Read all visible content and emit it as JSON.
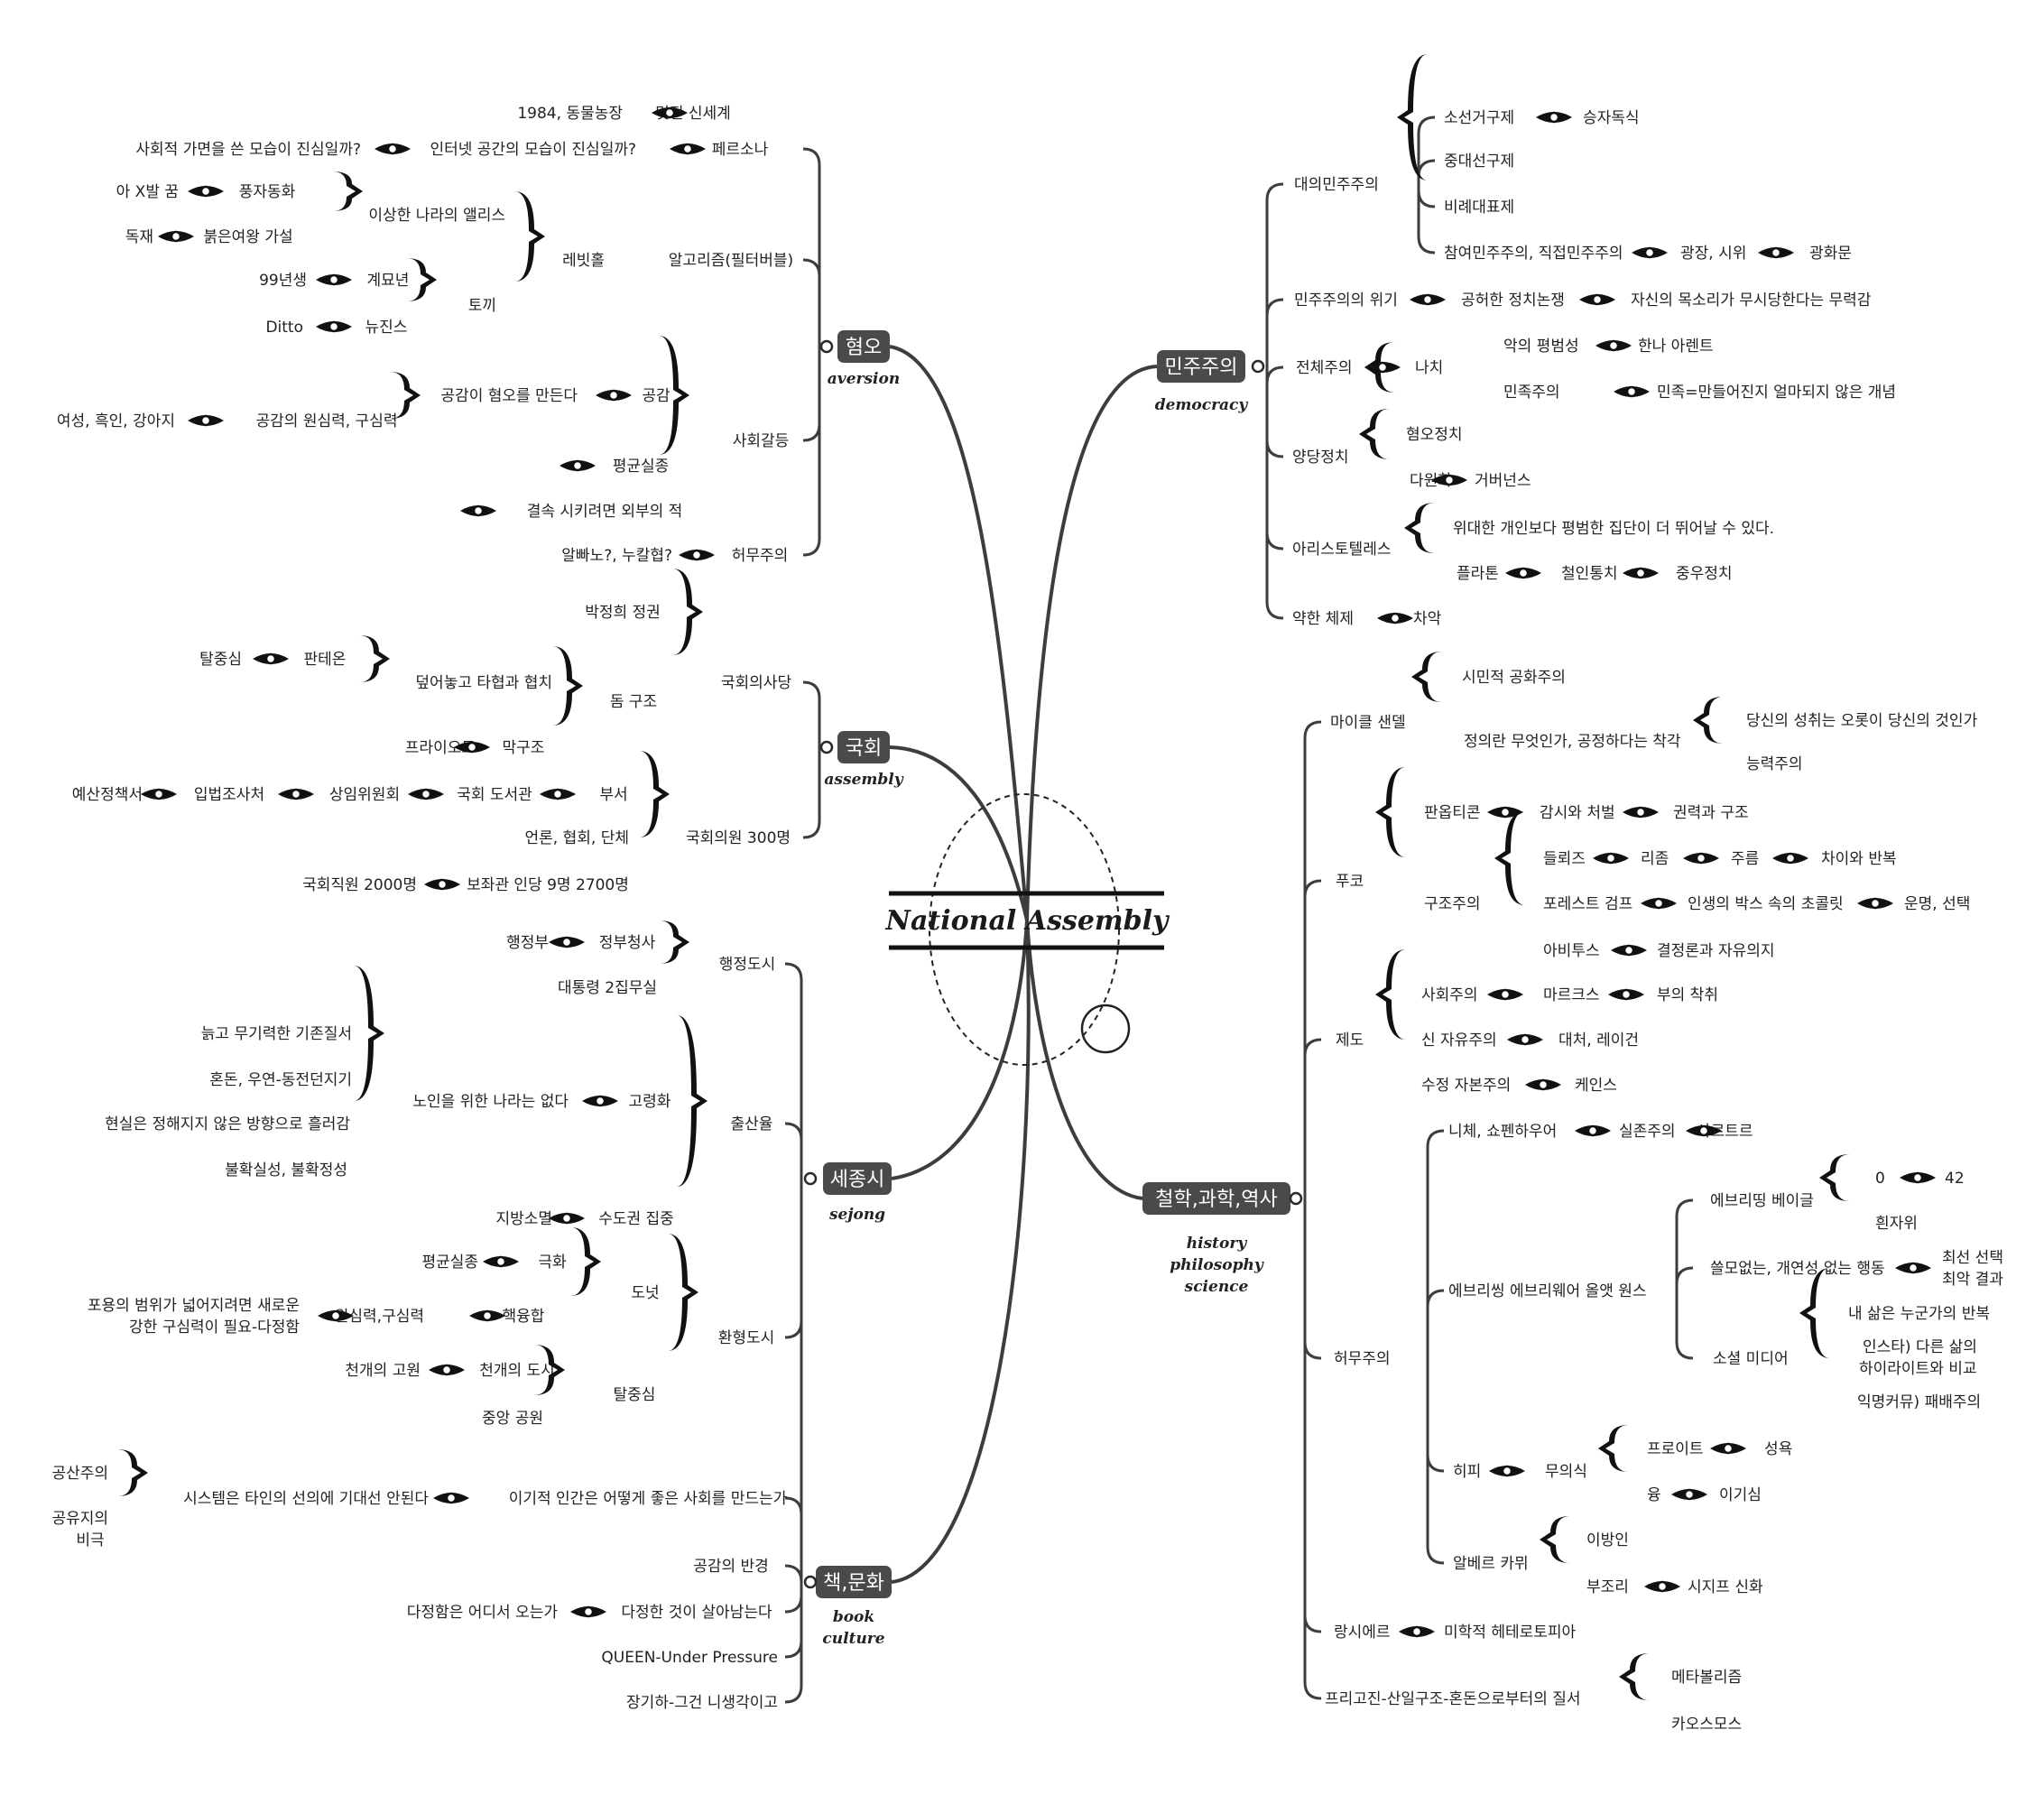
{
  "center": {
    "title": "National Assembly"
  },
  "main_topics": {
    "aversion": {
      "label": "혐오",
      "subtitle": [
        "aversion"
      ]
    },
    "assembly": {
      "label": "국회",
      "subtitle": [
        "assembly"
      ]
    },
    "sejong": {
      "label": "세종시",
      "subtitle": [
        "sejong"
      ]
    },
    "book": {
      "label": "책,문화",
      "subtitle": [
        "book",
        "culture"
      ]
    },
    "democracy": {
      "label": "민주주의",
      "subtitle": [
        "democracy"
      ]
    },
    "philosophy": {
      "label": "철학,과학,역사",
      "subtitle": [
        "history",
        "philosophy",
        "science"
      ]
    }
  },
  "left_nodes": [
    {
      "id": "L1",
      "text": "1984, 동물농장"
    },
    {
      "id": "L2",
      "text": "멋진 신세계"
    },
    {
      "id": "L3",
      "text": "사회적 가면을 쓴 모습이 진심일까?"
    },
    {
      "id": "L4",
      "text": "인터넷 공간의 모습이 진심일까?"
    },
    {
      "id": "L5",
      "text": "페르소나"
    },
    {
      "id": "L6",
      "text": "아 X발 꿈"
    },
    {
      "id": "L7",
      "text": "풍자동화"
    },
    {
      "id": "L8",
      "text": "이상한 나라의 앨리스"
    },
    {
      "id": "L9",
      "text": "독재"
    },
    {
      "id": "L10",
      "text": "붉은여왕 가설"
    },
    {
      "id": "L11",
      "text": "레빗홀"
    },
    {
      "id": "L12",
      "text": "알고리즘(필터버블)"
    },
    {
      "id": "L13",
      "text": "99년생"
    },
    {
      "id": "L14",
      "text": "계묘년"
    },
    {
      "id": "L15",
      "text": "토끼"
    },
    {
      "id": "L16",
      "text": "Ditto"
    },
    {
      "id": "L17",
      "text": "뉴진스"
    },
    {
      "id": "L18",
      "text": "공감이 혐오를 만든다"
    },
    {
      "id": "L19",
      "text": "공감"
    },
    {
      "id": "L20",
      "text": "여성, 흑인, 강아지"
    },
    {
      "id": "L21",
      "text": "공감의 원심력, 구심력"
    },
    {
      "id": "L22",
      "text": "사회갈등"
    },
    {
      "id": "L23",
      "text": "평균실종"
    },
    {
      "id": "L24",
      "text": "결속 시키려면 외부의 적"
    },
    {
      "id": "L25",
      "text": "알빠노?, 누칼협?"
    },
    {
      "id": "L26",
      "text": "허무주의"
    },
    {
      "id": "L27",
      "text": "박정희 정권"
    },
    {
      "id": "L28",
      "text": "탈중심"
    },
    {
      "id": "L29",
      "text": "판테온"
    },
    {
      "id": "L30",
      "text": "덮어놓고 타협과 협치"
    },
    {
      "id": "L31",
      "text": "돔 구조"
    },
    {
      "id": "L32",
      "text": "국회의사당"
    },
    {
      "id": "L33",
      "text": "프라이오토"
    },
    {
      "id": "L34",
      "text": "막구조"
    },
    {
      "id": "L35",
      "text": "예산정책서"
    },
    {
      "id": "L36",
      "text": "입법조사처"
    },
    {
      "id": "L37",
      "text": "상임위원회"
    },
    {
      "id": "L38",
      "text": "국회 도서관"
    },
    {
      "id": "L39",
      "text": "부서"
    },
    {
      "id": "L40",
      "text": "언론, 협회, 단체"
    },
    {
      "id": "L41",
      "text": "국회의원 300명"
    },
    {
      "id": "L42",
      "text": "국회직원 2000명"
    },
    {
      "id": "L43",
      "text": "보좌관 인당 9명 2700명"
    },
    {
      "id": "L44",
      "text": "행정부"
    },
    {
      "id": "L45",
      "text": "정부청사"
    },
    {
      "id": "L46",
      "text": "행정도시"
    },
    {
      "id": "L47",
      "text": "대통령 2집무실"
    },
    {
      "id": "L48",
      "text": "늙고 무기력한 기존질서"
    },
    {
      "id": "L49",
      "text": "혼돈, 우연-동전던지기"
    },
    {
      "id": "L50",
      "text": "노인을 위한 나라는 없다"
    },
    {
      "id": "L51",
      "text": "고령화"
    },
    {
      "id": "L52",
      "text": "현실은 정해지지 않은 방향으로 흘러감"
    },
    {
      "id": "L53",
      "text": "출산율"
    },
    {
      "id": "L54",
      "text": "불확실성, 불확정성"
    },
    {
      "id": "L55",
      "text": "지방소멸"
    },
    {
      "id": "L56",
      "text": "수도권 집중"
    },
    {
      "id": "L57",
      "text": "평균실종"
    },
    {
      "id": "L58",
      "text": "극화"
    },
    {
      "id": "L59",
      "text": "도넛"
    },
    {
      "id": "L60a",
      "text": "포용의 범위가 넓어지려면 새로운"
    },
    {
      "id": "L60b",
      "text": "강한 구심력이 필요-다정함"
    },
    {
      "id": "L61",
      "text": "원심력,구심력"
    },
    {
      "id": "L62",
      "text": "핵융합"
    },
    {
      "id": "L63",
      "text": "환형도시"
    },
    {
      "id": "L64",
      "text": "천개의 고원"
    },
    {
      "id": "L65",
      "text": "천개의 도시"
    },
    {
      "id": "L66",
      "text": "탈중심"
    },
    {
      "id": "L67",
      "text": "중앙 공원"
    },
    {
      "id": "L68",
      "text": "공산주의"
    },
    {
      "id": "L69",
      "text": "시스템은 타인의 선의에 기대선 안된다"
    },
    {
      "id": "L70",
      "text": "이기적 인간은 어떻게 좋은 사회를 만드는가"
    },
    {
      "id": "L71a",
      "text": "공유지의"
    },
    {
      "id": "L71b",
      "text": "비극"
    },
    {
      "id": "L72",
      "text": "공감의 반경"
    },
    {
      "id": "L73",
      "text": "다정함은 어디서 오는가"
    },
    {
      "id": "L74",
      "text": "다정한 것이 살아남는다"
    },
    {
      "id": "L75",
      "text": "QUEEN-Under Pressure"
    },
    {
      "id": "L76",
      "text": "장기하-그건 니생각이고"
    }
  ],
  "right_nodes": [
    {
      "id": "R1",
      "text": "소선거구제"
    },
    {
      "id": "R2",
      "text": "승자독식"
    },
    {
      "id": "R3",
      "text": "중대선구제"
    },
    {
      "id": "R4",
      "text": "대의민주주의"
    },
    {
      "id": "R5",
      "text": "비례대표제"
    },
    {
      "id": "R6",
      "text": "참여민주주의, 직접민주주의"
    },
    {
      "id": "R7",
      "text": "광장, 시위"
    },
    {
      "id": "R8",
      "text": "광화문"
    },
    {
      "id": "R9",
      "text": "민주주의의 위기"
    },
    {
      "id": "R10",
      "text": "공허한 정치논쟁"
    },
    {
      "id": "R11",
      "text": "자신의 목소리가 무시당한다는 무력감"
    },
    {
      "id": "R12",
      "text": "악의 평범성"
    },
    {
      "id": "R13",
      "text": "한나 아렌트"
    },
    {
      "id": "R14",
      "text": "전체주의"
    },
    {
      "id": "R15",
      "text": "나치"
    },
    {
      "id": "R16",
      "text": "민족주의"
    },
    {
      "id": "R17",
      "text": "민족=만들어진지 얼마되지 않은 개념"
    },
    {
      "id": "R18",
      "text": "혐오정치"
    },
    {
      "id": "R19",
      "text": "양당정치"
    },
    {
      "id": "R20",
      "text": "다원화"
    },
    {
      "id": "R21",
      "text": "거버넌스"
    },
    {
      "id": "R22",
      "text": "위대한 개인보다 평범한 집단이 더 뛰어날 수 있다."
    },
    {
      "id": "R23",
      "text": "아리스토텔레스"
    },
    {
      "id": "R24",
      "text": "플라톤"
    },
    {
      "id": "R25",
      "text": "철인통치"
    },
    {
      "id": "R26",
      "text": "중우정치"
    },
    {
      "id": "R27",
      "text": "약한 체제"
    },
    {
      "id": "R28",
      "text": "차악"
    },
    {
      "id": "R29",
      "text": "시민적 공화주의"
    },
    {
      "id": "R30",
      "text": "마이클 샌델"
    },
    {
      "id": "R31",
      "text": "당신의 성취는 오롯이 당신의 것인가"
    },
    {
      "id": "R32",
      "text": "정의란 무엇인가, 공정하다는 착각"
    },
    {
      "id": "R33",
      "text": "능력주의"
    },
    {
      "id": "R34",
      "text": "판옵티콘"
    },
    {
      "id": "R35",
      "text": "감시와 처벌"
    },
    {
      "id": "R36",
      "text": "권력과 구조"
    },
    {
      "id": "R37",
      "text": "들뢰즈"
    },
    {
      "id": "R38",
      "text": "리좀"
    },
    {
      "id": "R39",
      "text": "주름"
    },
    {
      "id": "R40",
      "text": "차이와 반복"
    },
    {
      "id": "R41",
      "text": "푸코"
    },
    {
      "id": "R42",
      "text": "구조주의"
    },
    {
      "id": "R43",
      "text": "포레스트 검프"
    },
    {
      "id": "R44",
      "text": "인생의 박스 속의 초콜릿"
    },
    {
      "id": "R45",
      "text": "운명, 선택"
    },
    {
      "id": "R46",
      "text": "아비투스"
    },
    {
      "id": "R47",
      "text": "결정론과 자유의지"
    },
    {
      "id": "R48",
      "text": "사회주의"
    },
    {
      "id": "R49",
      "text": "마르크스"
    },
    {
      "id": "R50",
      "text": "부의 착취"
    },
    {
      "id": "R51",
      "text": "제도"
    },
    {
      "id": "R52",
      "text": "신 자유주의"
    },
    {
      "id": "R53",
      "text": "대처, 레이건"
    },
    {
      "id": "R54",
      "text": "수정 자본주의"
    },
    {
      "id": "R55",
      "text": "케인스"
    },
    {
      "id": "R56",
      "text": "니체, 쇼펜하우어"
    },
    {
      "id": "R57",
      "text": "실존주의"
    },
    {
      "id": "R58",
      "text": "사르트르"
    },
    {
      "id": "R59",
      "text": "0"
    },
    {
      "id": "R60",
      "text": "42"
    },
    {
      "id": "R61",
      "text": "에브리띵 베이글"
    },
    {
      "id": "R62",
      "text": "흰자위"
    },
    {
      "id": "R63",
      "text": "쓸모없는, 개연성 없는 행동"
    },
    {
      "id": "R64a",
      "text": "최선 선택"
    },
    {
      "id": "R64b",
      "text": "최악 결과"
    },
    {
      "id": "R65",
      "text": "에브리씽 에브리웨어 올앳 원스"
    },
    {
      "id": "R66",
      "text": "내 삶은 누군가의 반복"
    },
    {
      "id": "R67a",
      "text": "인스타) 다른 삶의"
    },
    {
      "id": "R67b",
      "text": "하이라이트와 비교"
    },
    {
      "id": "R68",
      "text": "소셜 미디어"
    },
    {
      "id": "R69",
      "text": "익명커뮤) 패배주의"
    },
    {
      "id": "R70",
      "text": "허무주의"
    },
    {
      "id": "R71",
      "text": "프로이트"
    },
    {
      "id": "R72",
      "text": "성욕"
    },
    {
      "id": "R73",
      "text": "히피"
    },
    {
      "id": "R74",
      "text": "무의식"
    },
    {
      "id": "R75",
      "text": "융"
    },
    {
      "id": "R76",
      "text": "이기심"
    },
    {
      "id": "R77",
      "text": "이방인"
    },
    {
      "id": "R78",
      "text": "알베르 카뮈"
    },
    {
      "id": "R79",
      "text": "부조리"
    },
    {
      "id": "R80",
      "text": "시지프 신화"
    },
    {
      "id": "R81",
      "text": "랑시에르"
    },
    {
      "id": "R82",
      "text": "미학적 헤테로토피아"
    },
    {
      "id": "R83",
      "text": "메타볼리즘"
    },
    {
      "id": "R84",
      "text": "프리고진-산일구조-혼돈으로부터의 질서"
    },
    {
      "id": "R85",
      "text": "카오스모스"
    }
  ]
}
